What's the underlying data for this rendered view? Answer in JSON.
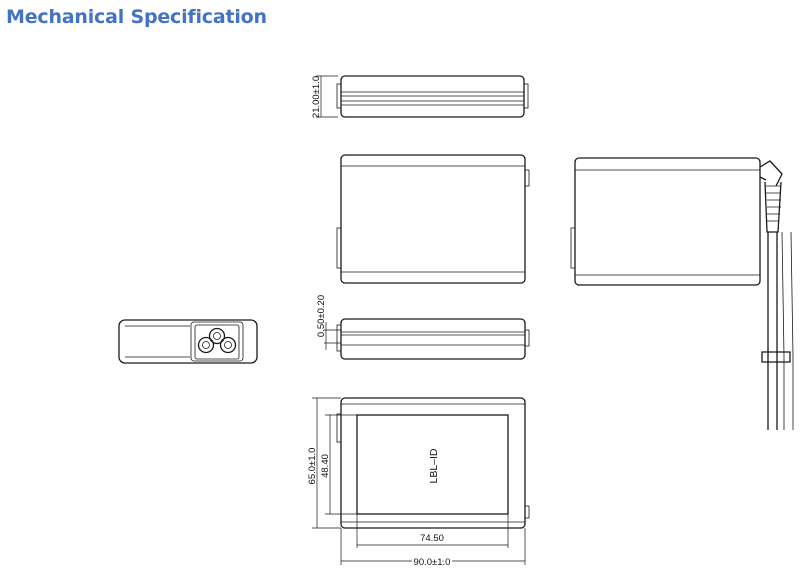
{
  "header": {
    "title": "Mechanical Specification"
  },
  "drawing": {
    "top_view": {
      "height_dim": "21.00±1.0"
    },
    "side_view": {
      "gap_dim": "0.50±0.20"
    },
    "front_view": {
      "label_text": "LBL–ID",
      "outer_height_dim": "65.0±1.0",
      "inner_height_dim": "48.40",
      "inner_width_dim": "74.50",
      "outer_width_dim": "90.0±1.0"
    }
  }
}
